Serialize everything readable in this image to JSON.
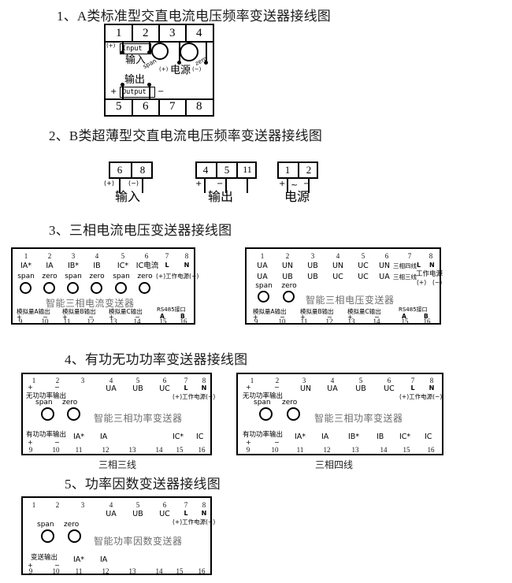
{
  "document": {
    "title": "变送器接线图",
    "sections": [
      {
        "id": "s1",
        "heading": "1、A类标准型交直电流电压频率变送器接线图"
      },
      {
        "id": "s2",
        "heading": "2、B类超薄型交直电流电压频率变送器接线图"
      },
      {
        "id": "s3",
        "heading": "3、三相电流电压变送器接线图"
      },
      {
        "id": "s4",
        "heading": "4、有功无功功率变送器接线图"
      },
      {
        "id": "s5",
        "heading": "5、功率因数变送器接线图"
      }
    ]
  },
  "diagram1": {
    "top_terminals": [
      "1",
      "2",
      "3",
      "4"
    ],
    "bottom_terminals": [
      "5",
      "6",
      "7",
      "8"
    ],
    "input_box": "Input",
    "input_cn": "输入",
    "input_plus": "(+)",
    "output_box": "Output",
    "output_cn": "输出",
    "output_plus": "+",
    "output_minus": "−",
    "span_label": "span",
    "zero_label": "zero",
    "power_plus": "(+)",
    "power_cn": "电源",
    "power_minus": "(−)"
  },
  "diagram2": {
    "groups": [
      {
        "name": "输入",
        "terminals": [
          "6",
          "8"
        ],
        "signs": [
          "(+)",
          "(−)"
        ],
        "caption": "输入"
      },
      {
        "name": "输出",
        "terminals": [
          "4",
          "5",
          "11"
        ],
        "signs": [
          "+",
          "−",
          ""
        ],
        "caption": "输出"
      },
      {
        "name": "电源",
        "terminals": [
          "1",
          "2"
        ],
        "signs": [
          "+",
          "~",
          "−"
        ],
        "caption": "电源"
      }
    ]
  },
  "diagram3": {
    "left": {
      "brand": "智能三相电流变送器",
      "top_numbers": [
        "1",
        "2",
        "3",
        "4",
        "5",
        "6",
        "7",
        "8"
      ],
      "top_row1": [
        "IA*",
        "IA",
        "IB*",
        "IB",
        "IC*",
        "IC电流",
        "L",
        "N"
      ],
      "top_row2": [
        "span",
        "zero",
        "span",
        "zero",
        "span",
        "zero",
        "",
        ""
      ],
      "power_label": "(+)工作电源(−)",
      "pots": 6,
      "bottom_numbers": [
        "9",
        "10",
        "11",
        "12",
        "13",
        "14",
        "15",
        "16"
      ],
      "bottom_groups": [
        {
          "title": "模拟量A输出",
          "signs": [
            "+",
            "−"
          ]
        },
        {
          "title": "模拟量B输出",
          "signs": [
            "+",
            "−"
          ]
        },
        {
          "title": "模拟量C输出",
          "signs": [
            "+",
            "−"
          ]
        },
        {
          "title": "RS485接口",
          "signs": [
            "A",
            "B"
          ]
        }
      ]
    },
    "right": {
      "brand": "智能三相电压变送器",
      "top_numbers": [
        "1",
        "2",
        "3",
        "4",
        "5",
        "6",
        "7",
        "8"
      ],
      "top_row1": [
        "UA",
        "UN",
        "UB",
        "UN",
        "UC",
        "UN",
        "L",
        "N"
      ],
      "top_row2": [
        "UA",
        "UB",
        "UB",
        "UC",
        "UC",
        "UA",
        "",
        ""
      ],
      "wire4_label": "三相四线",
      "wire3_label": "三相三线",
      "pot_labels": [
        "span",
        "zero"
      ],
      "power_label": "工作电源",
      "power_plus": "(+)",
      "power_minus": "(−)",
      "pots": 2,
      "bottom_numbers": [
        "9",
        "10",
        "11",
        "12",
        "13",
        "14",
        "15",
        "16"
      ],
      "bottom_groups": [
        {
          "title": "模拟量A输出",
          "signs": [
            "+",
            "−"
          ]
        },
        {
          "title": "模拟量B输出",
          "signs": [
            "+",
            "−"
          ]
        },
        {
          "title": "模拟量C输出",
          "signs": [
            "+",
            "−"
          ]
        },
        {
          "title": "RS485接口",
          "signs": [
            "A",
            "B"
          ]
        }
      ]
    }
  },
  "diagram4": {
    "left": {
      "brand": "智能三相功率变送器",
      "caption": "三相三线",
      "top_numbers": [
        "1",
        "2",
        "3",
        "4",
        "5",
        "6",
        "7",
        "8"
      ],
      "top_signs": [
        "+",
        "−",
        "",
        "",
        "",
        "",
        "",
        ""
      ],
      "top_row1": [
        "",
        "",
        "",
        "UA",
        "UB",
        "UC",
        "L",
        "N"
      ],
      "reactive_title": "无功功率输出",
      "pot_labels": [
        "span",
        "zero"
      ],
      "power_label": "(+)工作电源(−)",
      "bottom_numbers": [
        "9",
        "10",
        "11",
        "12",
        "13",
        "14",
        "15",
        "16"
      ],
      "active_title": "有功功率输出",
      "bottom_signs": [
        "+",
        "−",
        "",
        "",
        "",
        "",
        "",
        ""
      ],
      "bottom_row1": [
        "",
        "",
        "IA*",
        "IA",
        "",
        "",
        "IC*",
        "IC"
      ]
    },
    "right": {
      "brand": "智能三相功率变送器",
      "caption": "三相四线",
      "top_numbers": [
        "1",
        "2",
        "3",
        "4",
        "5",
        "6",
        "7",
        "8"
      ],
      "top_signs": [
        "+",
        "−",
        "",
        "",
        "",
        "",
        "",
        ""
      ],
      "top_row1": [
        "",
        "",
        "UN",
        "UA",
        "UB",
        "UC",
        "L",
        "N"
      ],
      "reactive_title": "无功功率输出",
      "pot_labels": [
        "span",
        "zero"
      ],
      "power_label": "(+)工作电源(−)",
      "bottom_numbers": [
        "9",
        "10",
        "11",
        "12",
        "13",
        "14",
        "15",
        "16"
      ],
      "active_title": "有功功率输出",
      "bottom_signs": [
        "+",
        "−",
        "",
        "",
        "",
        "",
        "",
        ""
      ],
      "bottom_row1": [
        "",
        "",
        "IA*",
        "IA",
        "IB*",
        "IB",
        "IC*",
        "IC"
      ]
    }
  },
  "diagram5": {
    "brand": "智能功率因数变送器",
    "top_numbers": [
      "1",
      "2",
      "3",
      "4",
      "5",
      "6",
      "7",
      "8"
    ],
    "top_row1": [
      "",
      "",
      "",
      "UA",
      "UB",
      "UC",
      "L",
      "N"
    ],
    "pot_labels": [
      "span",
      "zero"
    ],
    "power_label": "(+)工作电源(−)",
    "bottom_numbers": [
      "9",
      "10",
      "11",
      "12",
      "13",
      "14",
      "15",
      "16"
    ],
    "output_title": "变送输出",
    "bottom_signs": [
      "+",
      "−",
      "",
      "",
      "",
      "",
      "",
      ""
    ],
    "bottom_row1": [
      "",
      "",
      "IA*",
      "IA",
      "",
      "",
      "",
      ""
    ]
  }
}
